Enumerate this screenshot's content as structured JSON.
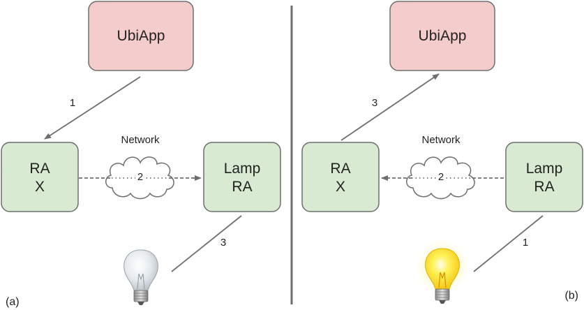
{
  "colors": {
    "app_box_fill": "#f4cccc",
    "ra_box_fill": "#d9ead3",
    "box_stroke": "#6e6e6e",
    "line": "#6e6e6e",
    "divider": "#6e6e6e"
  },
  "panel_a": {
    "app_label": "UbiApp",
    "ra_x_line1": "RA",
    "ra_x_line2": "X",
    "lamp_ra_line1": "Lamp",
    "lamp_ra_line2": "RA",
    "network_label": "Network",
    "step_app_to_ra": "1",
    "step_network": "2",
    "step_lamp": "3",
    "bulb_state": "off",
    "caption": "(a)"
  },
  "panel_b": {
    "app_label": "UbiApp",
    "ra_x_line1": "RA",
    "ra_x_line2": "X",
    "lamp_ra_line1": "Lamp",
    "lamp_ra_line2": "RA",
    "network_label": "Network",
    "step_ra_to_app": "3",
    "step_network": "2",
    "step_lamp": "1",
    "bulb_state": "on",
    "caption": "(b)"
  }
}
